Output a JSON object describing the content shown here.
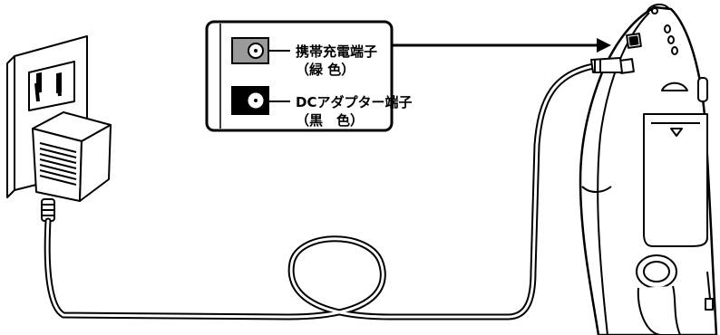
{
  "callout": {
    "green_port": {
      "name": "携帯充電端子",
      "color": "（緑 色）",
      "swatch_hex": "#9a9a9a"
    },
    "black_port": {
      "name": "DCアダプター端子",
      "color": "（黒　色）",
      "swatch_hex": "#000000"
    }
  },
  "icons": [
    "wall-outlet-icon",
    "ac-adapter-icon",
    "charger-device-icon",
    "coiled-cable-icon"
  ]
}
